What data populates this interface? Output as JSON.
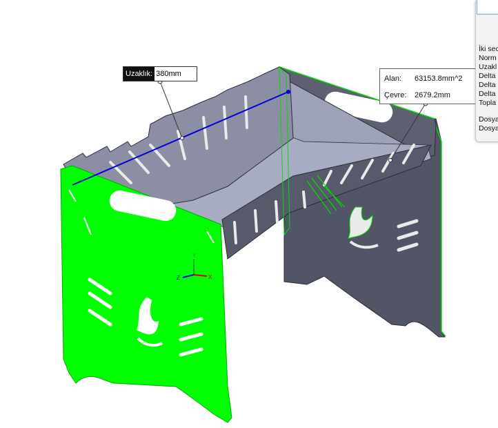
{
  "measure_distance": {
    "label": "Uzaklık:",
    "value": "380mm"
  },
  "measure_face": {
    "area_label": "Alan:",
    "area_value": "63153.8mm^2",
    "perimeter_label": "Çevre:",
    "perimeter_value": "2679.2mm"
  },
  "measure_panel": {
    "lines": [
      "İki sec",
      "Norm",
      "Uzakl",
      "Delta",
      "Delta",
      "Delta",
      "Topla"
    ],
    "file_lines": [
      "Dosya",
      "Dosya"
    ]
  },
  "colors": {
    "selection_green": "#00ff00",
    "sheet_gray": "#525565",
    "inner_gray": "#9ea2b8",
    "measure_line": "#0000dd"
  },
  "icons": [
    "coordinate-triad-icon"
  ]
}
